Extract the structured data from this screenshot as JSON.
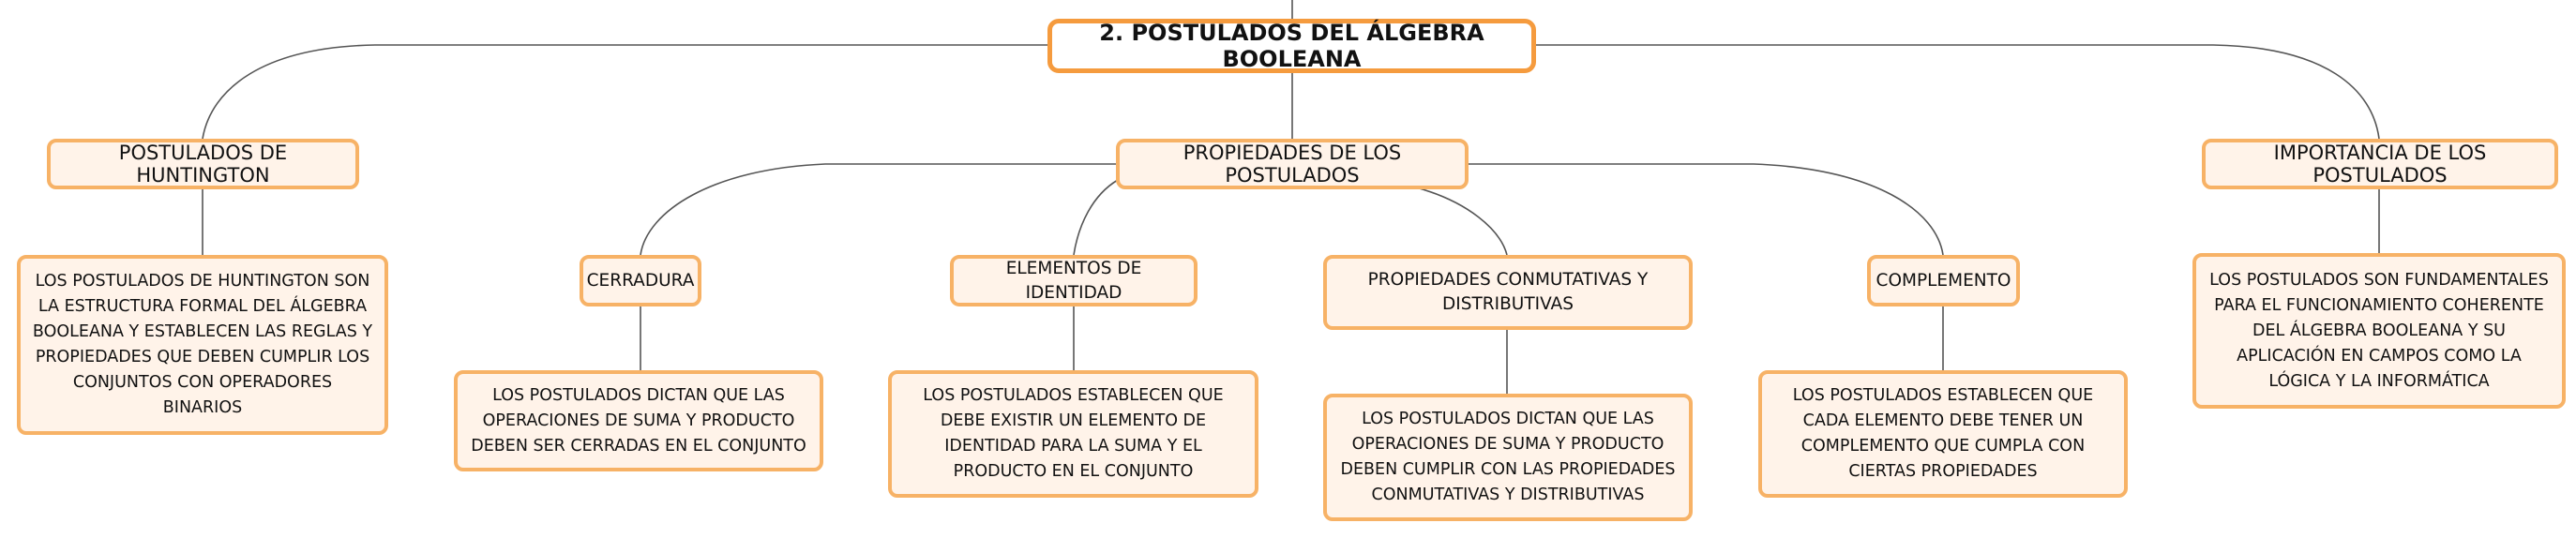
{
  "root": {
    "label": "2. POSTULADOS DEL ÁLGEBRA BOOLEANA"
  },
  "branches": {
    "huntington": {
      "label": "POSTULADOS DE HUNTINGTON",
      "detail": "LOS POSTULADOS DE HUNTINGTON SON LA ESTRUCTURA FORMAL DEL ÁLGEBRA BOOLEANA Y ESTABLECEN LAS REGLAS Y PROPIEDADES QUE DEBEN CUMPLIR LOS CONJUNTOS CON OPERADORES BINARIOS"
    },
    "propiedades": {
      "label": "PROPIEDADES DE LOS POSTULADOS",
      "children": {
        "cerradura": {
          "label": "CERRADURA",
          "detail": "LOS POSTULADOS DICTAN QUE LAS OPERACIONES DE SUMA Y PRODUCTO DEBEN SER CERRADAS EN EL CONJUNTO"
        },
        "identidad": {
          "label": "ELEMENTOS DE IDENTIDAD",
          "detail": "LOS POSTULADOS ESTABLECEN QUE DEBE EXISTIR UN ELEMENTO DE IDENTIDAD PARA LA SUMA Y EL PRODUCTO EN EL CONJUNTO"
        },
        "conmutativas": {
          "label": "PROPIEDADES CONMUTATIVAS Y DISTRIBUTIVAS",
          "detail": "LOS POSTULADOS DICTAN QUE LAS OPERACIONES DE SUMA Y PRODUCTO DEBEN CUMPLIR CON LAS PROPIEDADES CONMUTATIVAS Y DISTRIBUTIVAS"
        },
        "complemento": {
          "label": "COMPLEMENTO",
          "detail": "LOS POSTULADOS ESTABLECEN QUE CADA ELEMENTO DEBE TENER UN COMPLEMENTO QUE CUMPLA CON CIERTAS PROPIEDADES"
        }
      }
    },
    "importancia": {
      "label": "IMPORTANCIA DE LOS POSTULADOS",
      "detail": "LOS POSTULADOS SON FUNDAMENTALES PARA EL FUNCIONAMIENTO COHERENTE DEL ÁLGEBRA BOOLEANA Y SU APLICACIÓN EN CAMPOS COMO LA LÓGICA Y LA INFORMÁTICA"
    }
  },
  "colors": {
    "node_fill": "#fff3e9",
    "node_border": "#f7b266",
    "root_border": "#f59b3e",
    "connector": "#555555"
  }
}
